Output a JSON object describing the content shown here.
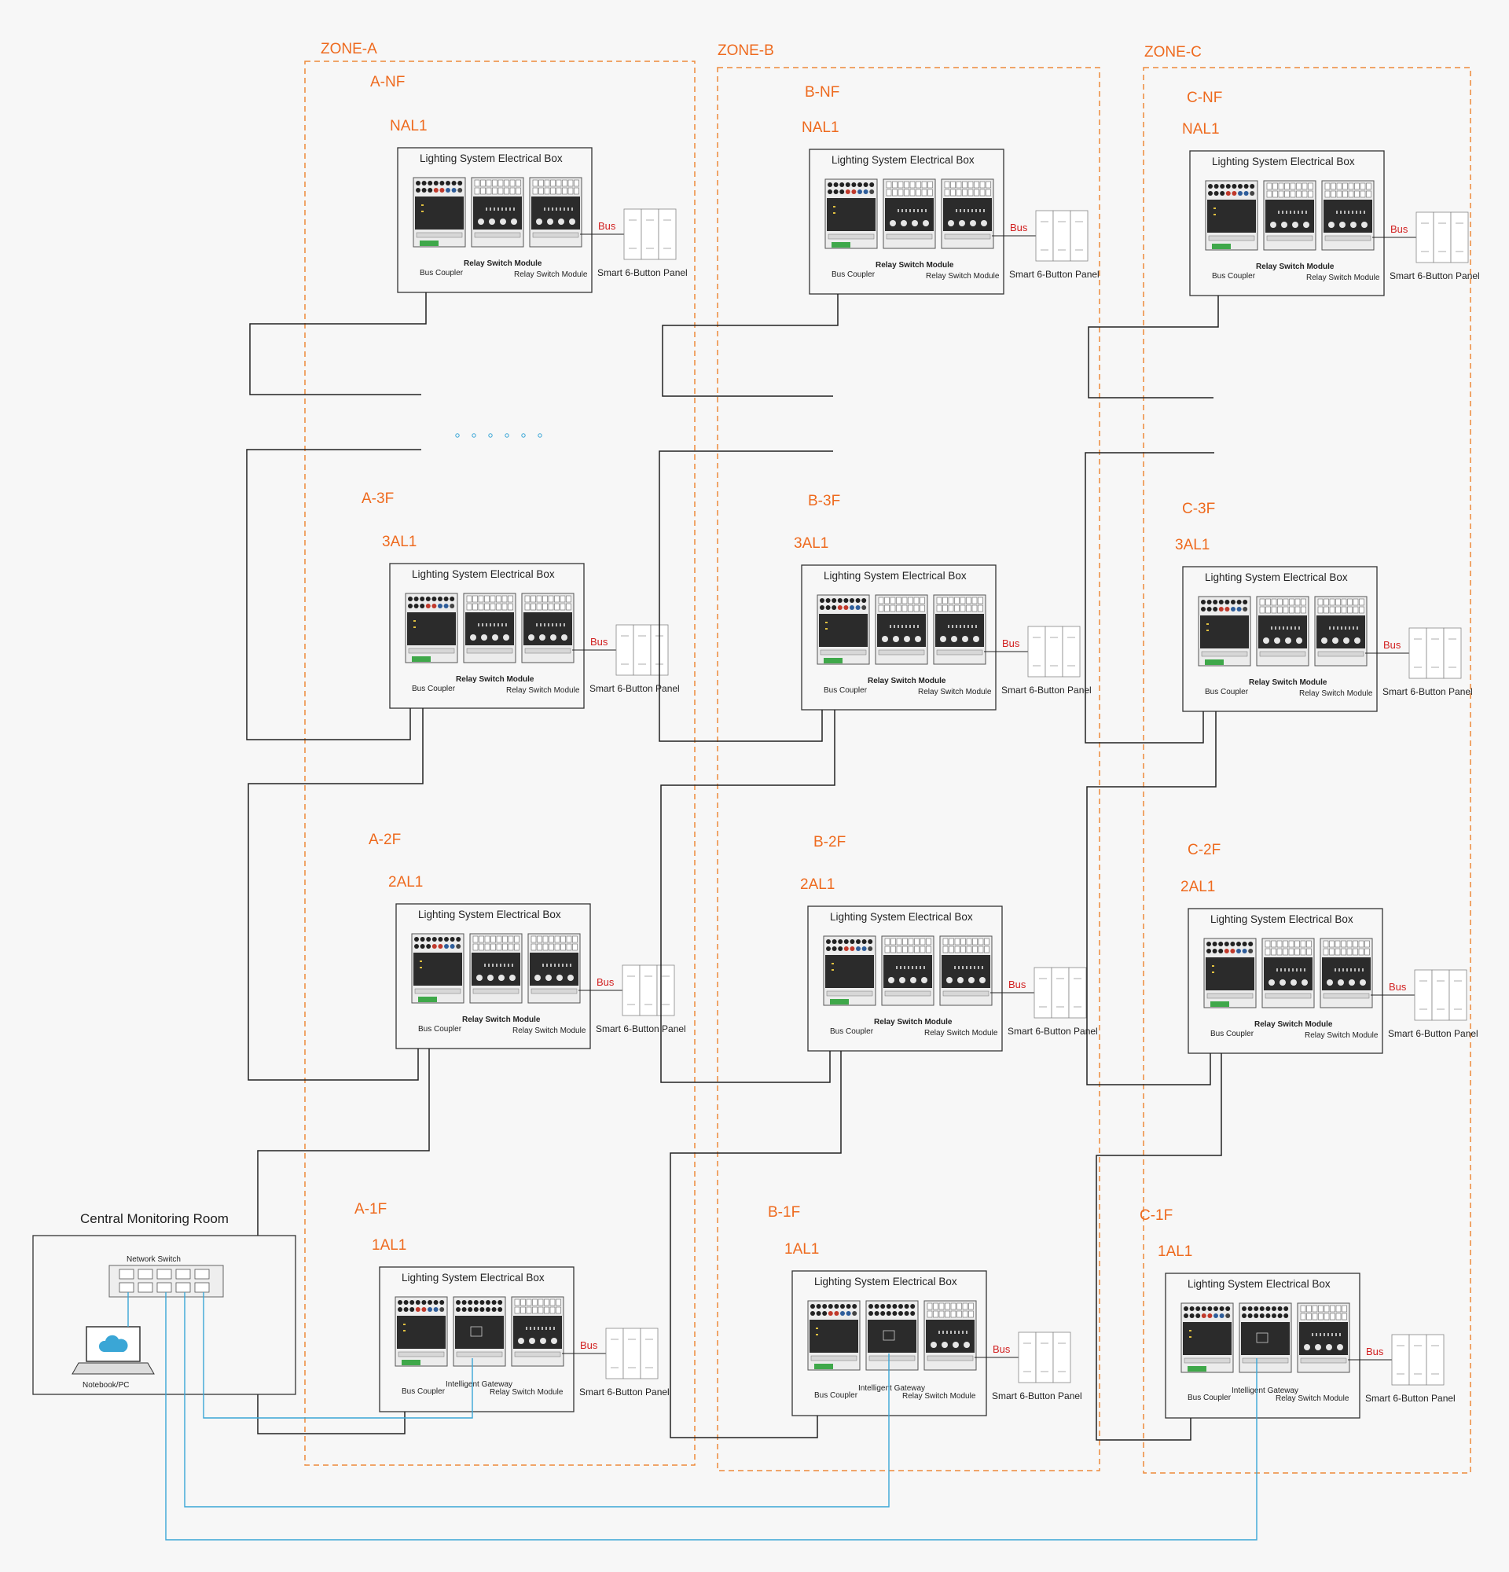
{
  "zones": [
    {
      "label": "ZONE-A",
      "floors": [
        {
          "floor": "A-NF",
          "box": "NAL1"
        },
        {
          "floor": "A-3F",
          "box": "3AL1"
        },
        {
          "floor": "A-2F",
          "box": "2AL1"
        },
        {
          "floor": "A-1F",
          "box": "1AL1"
        }
      ]
    },
    {
      "label": "ZONE-B",
      "floors": [
        {
          "floor": "B-NF",
          "box": "NAL1"
        },
        {
          "floor": "B-3F",
          "box": "3AL1"
        },
        {
          "floor": "B-2F",
          "box": "2AL1"
        },
        {
          "floor": "B-1F",
          "box": "1AL1"
        }
      ]
    },
    {
      "label": "ZONE-C",
      "floors": [
        {
          "floor": "C-NF",
          "box": "NAL1"
        },
        {
          "floor": "C-3F",
          "box": "3AL1"
        },
        {
          "floor": "C-2F",
          "box": "2AL1"
        },
        {
          "floor": "C-1F",
          "box": "1AL1"
        }
      ]
    }
  ],
  "labels": {
    "box_title": "Lighting System Electrical Box",
    "relay_module": "Relay Switch Module",
    "bus_coupler": "Bus Coupler",
    "gateway": "Intelligent Gateway",
    "panel": "Smart 6-Button Panel",
    "bus": "Bus"
  },
  "monitoring": {
    "title": "Central Monitoring Room",
    "network_switch": "Network Switch",
    "pc": "Notebook/PC"
  },
  "colors": {
    "zone_border": "#ee8a3a",
    "zone_text": "#ee6a1e",
    "bus_text": "#d11f1f",
    "network_line": "#3aa6d6",
    "bus_line": "#222222"
  }
}
